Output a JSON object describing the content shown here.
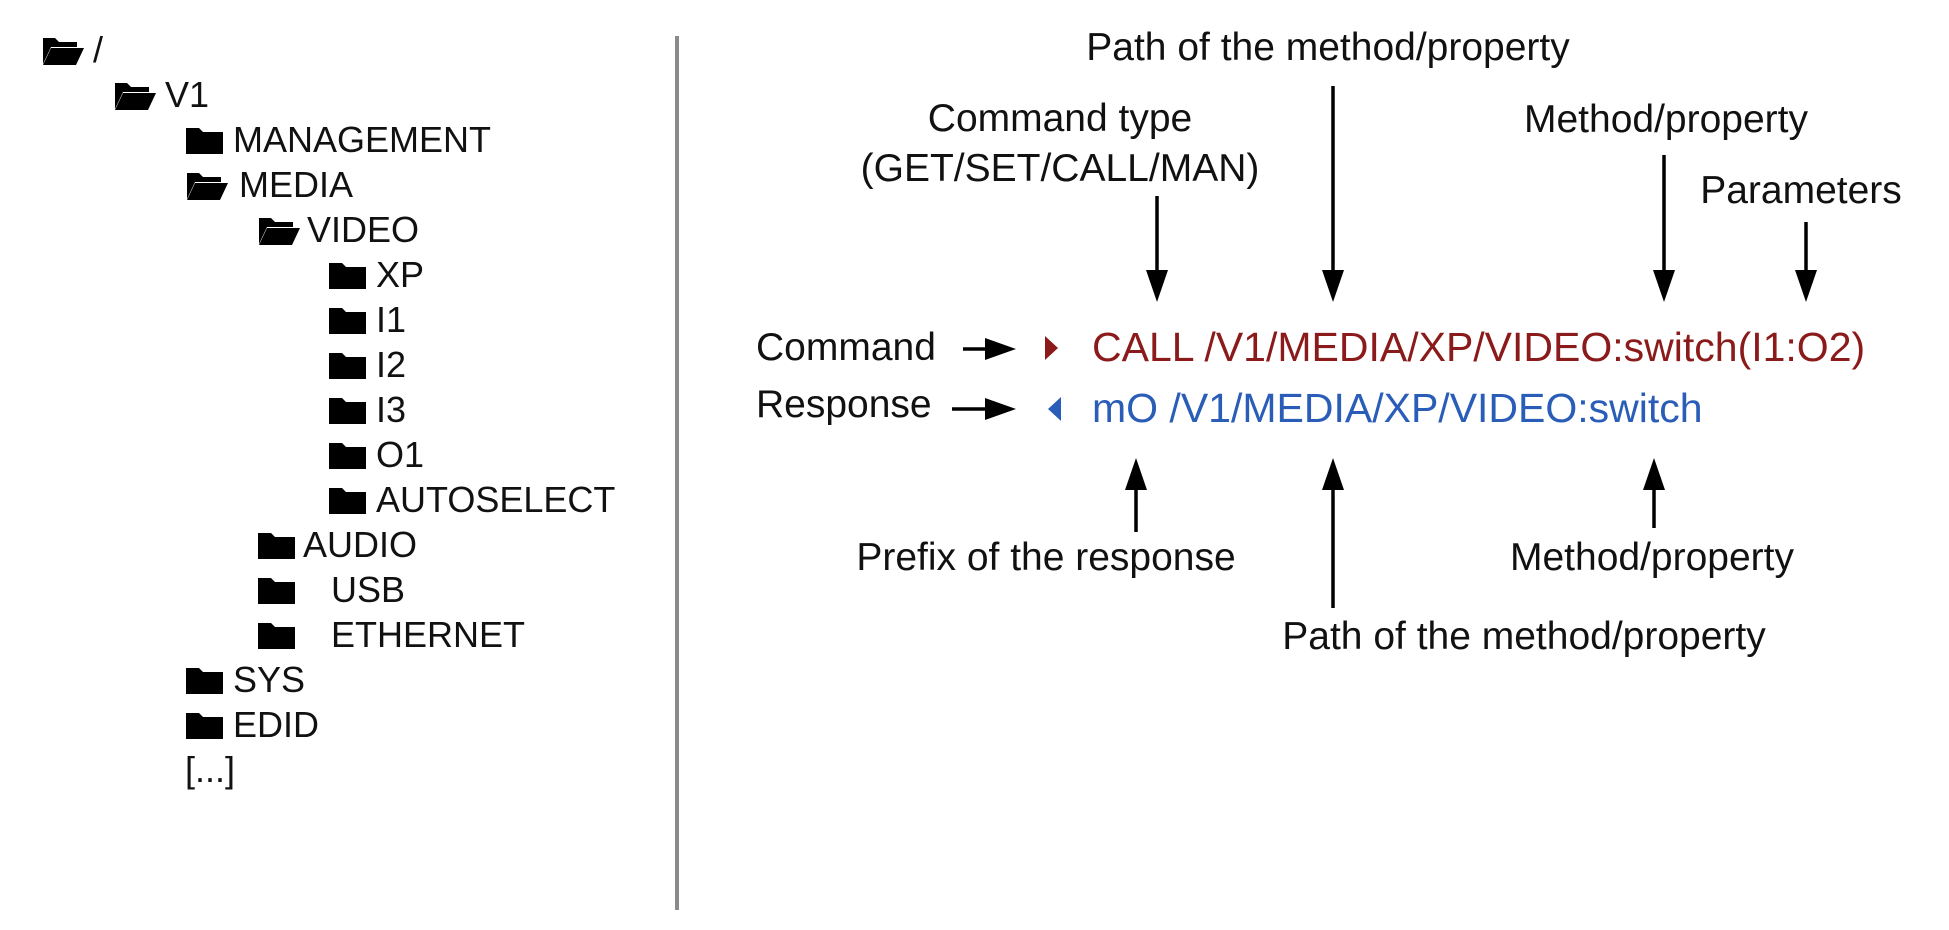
{
  "tree": [
    {
      "label": "/",
      "icon": "folder-open-icon",
      "level": 0
    },
    {
      "label": "V1",
      "icon": "folder-open-icon",
      "level": 1
    },
    {
      "label": "MANAGEMENT",
      "icon": "folder-icon",
      "level": 2
    },
    {
      "label": "MEDIA",
      "icon": "folder-open-icon",
      "level": 2
    },
    {
      "label": "VIDEO",
      "icon": "folder-open-icon",
      "level": 3
    },
    {
      "label": "XP",
      "icon": "folder-icon",
      "level": 4
    },
    {
      "label": "I1",
      "icon": "folder-icon",
      "level": 4
    },
    {
      "label": "I2",
      "icon": "folder-icon",
      "level": 4
    },
    {
      "label": "I3",
      "icon": "folder-icon",
      "level": 4
    },
    {
      "label": "O1",
      "icon": "folder-icon",
      "level": 4
    },
    {
      "label": "AUTOSELECT",
      "icon": "folder-icon",
      "level": 4
    },
    {
      "label": "AUDIO",
      "icon": "folder-icon",
      "level": 3
    },
    {
      "label": "USB",
      "icon": "folder-icon",
      "level": 3
    },
    {
      "label": "ETHERNET",
      "icon": "folder-icon",
      "level": 3
    },
    {
      "label": "SYS",
      "icon": "folder-icon",
      "level": 2
    },
    {
      "label": "EDID",
      "icon": "folder-icon",
      "level": 2
    },
    {
      "label": "[...]",
      "icon": "",
      "level": 2
    }
  ],
  "diagram": {
    "command_type_label_line1": "Command type",
    "command_type_label_line2": "(GET/SET/CALL/MAN)",
    "path_label_top": "Path of the method/property",
    "method_property_label_top": "Method/property",
    "parameters_label": "Parameters",
    "command_label": "Command",
    "response_label": "Response",
    "command_text": "CALL /V1/MEDIA/XP/VIDEO:switch(I1:O2)",
    "response_text": "mO /V1/MEDIA/XP/VIDEO:switch",
    "prefix_label": "Prefix of the response",
    "method_property_label_bottom": "Method/property",
    "path_label_bottom": "Path of the method/property"
  },
  "colors": {
    "command": "#8b1a1a",
    "response": "#2a5db8",
    "divider": "#8a8a8a"
  }
}
